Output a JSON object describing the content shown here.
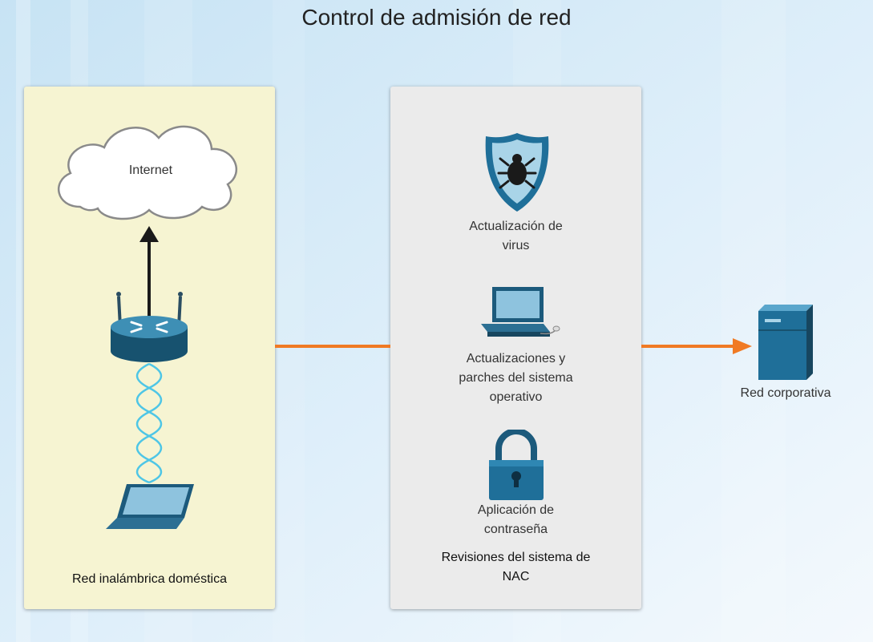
{
  "title": "Control de admisión de red",
  "home_network": {
    "cloud_label": "Internet",
    "panel_label": "Red inalámbrica doméstica"
  },
  "nac": {
    "antivirus_label_1": "Actualización de",
    "antivirus_label_2": "virus",
    "os_label_1": "Actualizaciones y",
    "os_label_2": "parches del sistema",
    "os_label_3": "operativo",
    "password_label_1": "Aplicación de",
    "password_label_2": "contraseña",
    "panel_label_1": "Revisiones del sistema de",
    "panel_label_2": "NAC"
  },
  "corporate": {
    "label": "Red corporativa"
  },
  "colors": {
    "link": "#f07a24",
    "device_blue": "#1f6f99",
    "home_panel": "#f6f4d2",
    "nac_panel": "#ebebeb"
  }
}
